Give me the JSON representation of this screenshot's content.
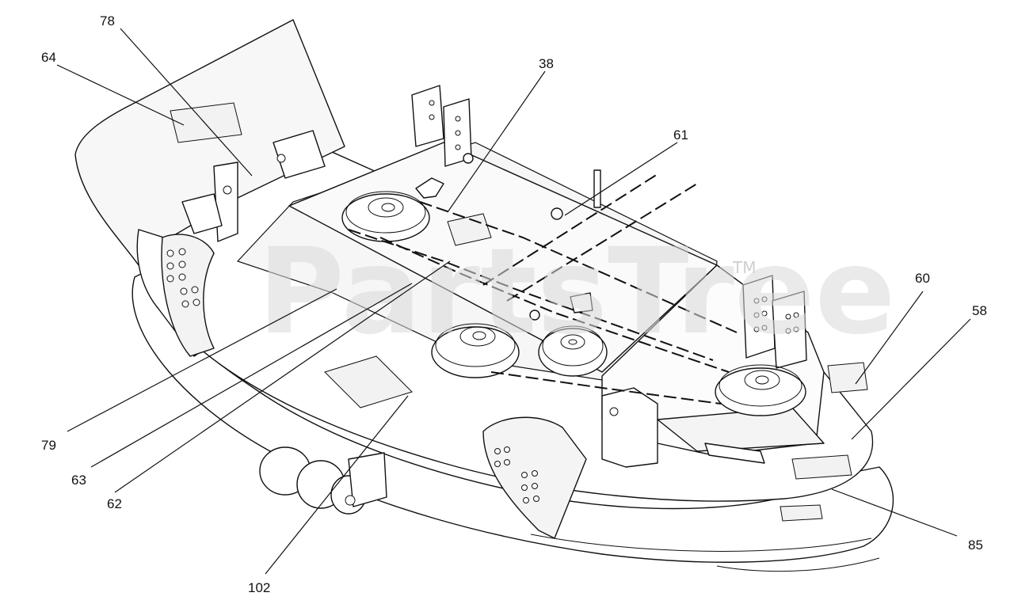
{
  "watermark": {
    "text": "PartsTree",
    "trademark": "TM"
  },
  "callouts": [
    {
      "id": "78",
      "text": "78"
    },
    {
      "id": "64",
      "text": "64"
    },
    {
      "id": "38",
      "text": "38"
    },
    {
      "id": "61",
      "text": "61"
    },
    {
      "id": "60",
      "text": "60"
    },
    {
      "id": "58",
      "text": "58"
    },
    {
      "id": "79",
      "text": "79"
    },
    {
      "id": "63",
      "text": "63"
    },
    {
      "id": "62",
      "text": "62"
    },
    {
      "id": "85",
      "text": "85"
    },
    {
      "id": "102",
      "text": "102"
    }
  ]
}
